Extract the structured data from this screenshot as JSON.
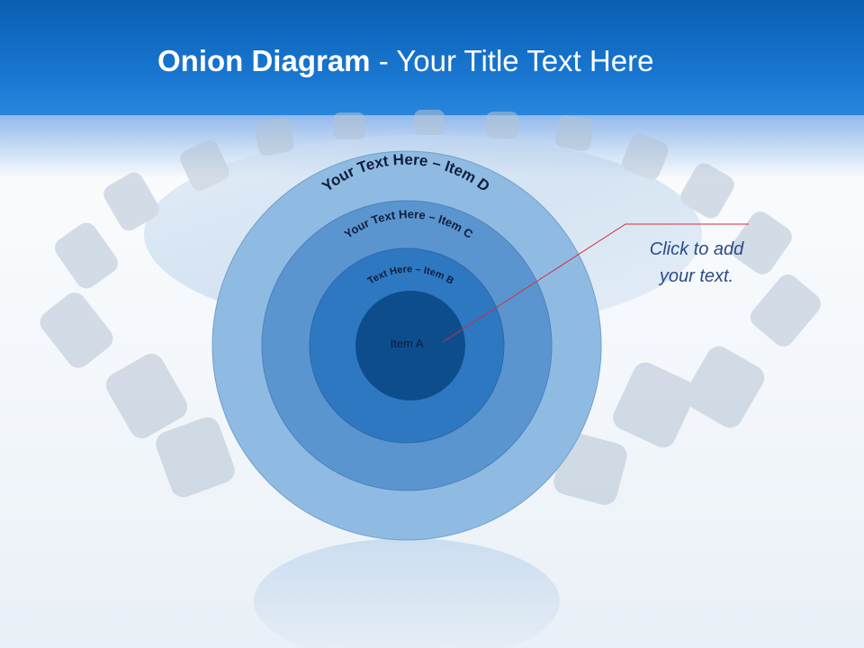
{
  "title": {
    "bold": "Onion Diagram",
    "rest": " - Your Title Text Here"
  },
  "diagram": {
    "layers": [
      {
        "id": "d",
        "label": "Your Text Here – Item D",
        "color": "#8fbbe3"
      },
      {
        "id": "c",
        "label": "Your Text Here – Item C",
        "color": "#5b95cf"
      },
      {
        "id": "b",
        "label": "Text Here – Item B",
        "color": "#2e78c2"
      },
      {
        "id": "a",
        "label": "Item A",
        "color": "#0d4d8c"
      }
    ],
    "callout": {
      "text": "Click  to add\nyour text.",
      "line_color": "#d62b3a"
    }
  },
  "background": {
    "header_color": "#0a5fb3",
    "image": "globe-conference-table"
  }
}
